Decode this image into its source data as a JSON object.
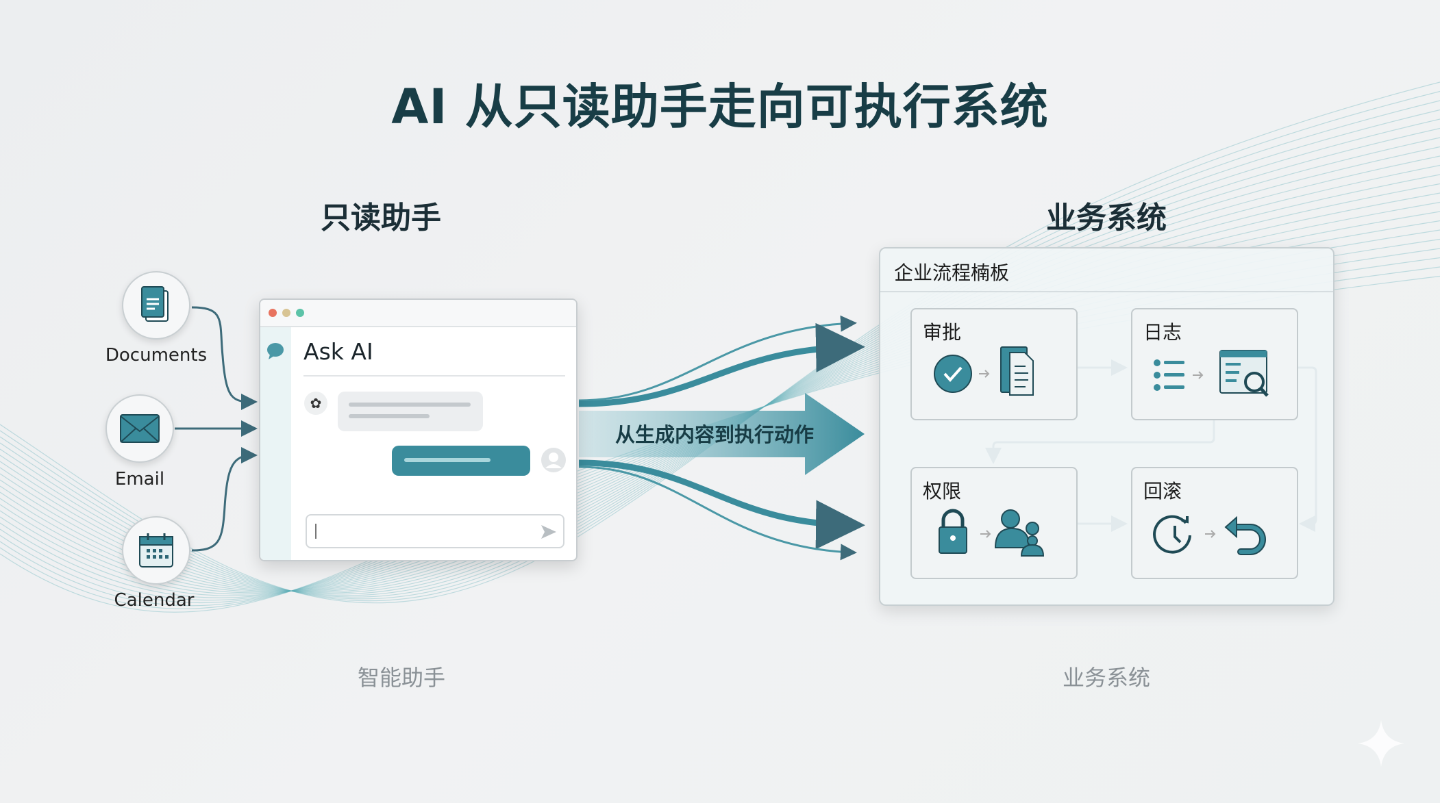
{
  "title": "AI 从只读助手走向可执行系统",
  "left": {
    "heading": "只读助手",
    "footer": "智能助手",
    "sources": [
      {
        "label": "Documents",
        "icon": "document-icon"
      },
      {
        "label": "Email",
        "icon": "envelope-icon"
      },
      {
        "label": "Calendar",
        "icon": "calendar-icon"
      }
    ],
    "chat": {
      "title": "Ask AI"
    }
  },
  "transition": {
    "label": "从生成内容到执行动作"
  },
  "right": {
    "heading": "业务系统",
    "footer": "业务系统",
    "panel": {
      "title": "企业流程楠板",
      "cards": [
        {
          "label": "审批"
        },
        {
          "label": "日志"
        },
        {
          "label": "权限"
        },
        {
          "label": "回滚"
        }
      ]
    }
  },
  "colors": {
    "accent": "#3a8c9c",
    "dark": "#2c6675",
    "arrow": "#3d6b7a"
  }
}
